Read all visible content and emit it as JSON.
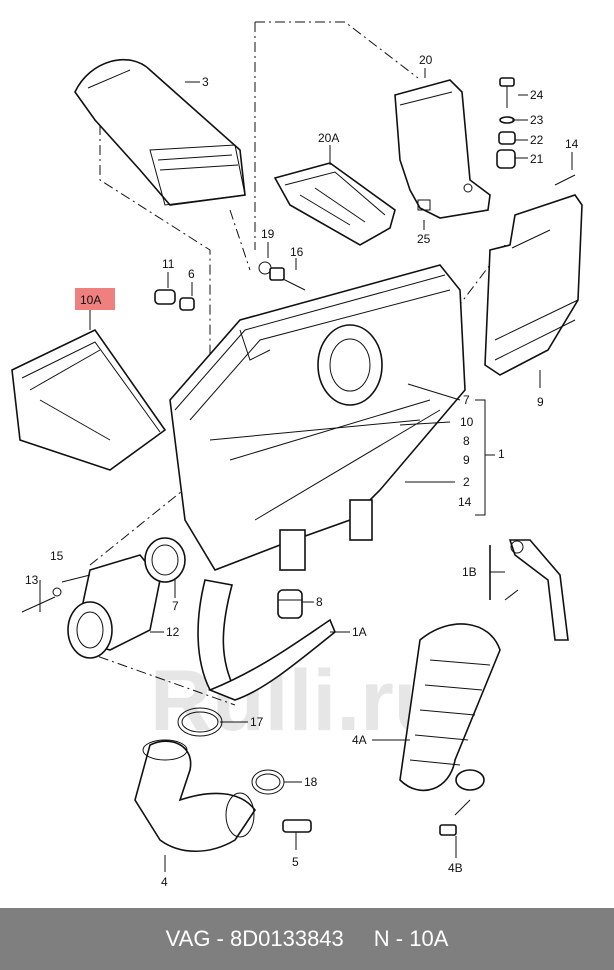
{
  "footer": {
    "brand": "VAG",
    "part_number": "8D0133843",
    "ref": "N - 10A"
  },
  "watermark": "Rulli.ru",
  "highlight_color": "#f08080",
  "callouts": {
    "c3": "3",
    "c20": "20",
    "c24": "24",
    "c23": "23",
    "c22": "22",
    "c21": "21",
    "c20A": "20A",
    "c14a": "14",
    "c25": "25",
    "c19": "19",
    "c16": "16",
    "c11": "11",
    "c6": "6",
    "c10A": "10A",
    "c9": "9",
    "c7": "7",
    "c10": "10",
    "c8a": "8",
    "c9b": "9",
    "c1": "1",
    "c2": "2",
    "c14b": "14",
    "c15": "15",
    "c13": "13",
    "c12": "12",
    "c7b": "7",
    "c8b": "8",
    "c1A": "1A",
    "c1B": "1B",
    "c17": "17",
    "c18": "18",
    "c5": "5",
    "c4": "4",
    "c4A": "4A",
    "c4B": "4B"
  }
}
